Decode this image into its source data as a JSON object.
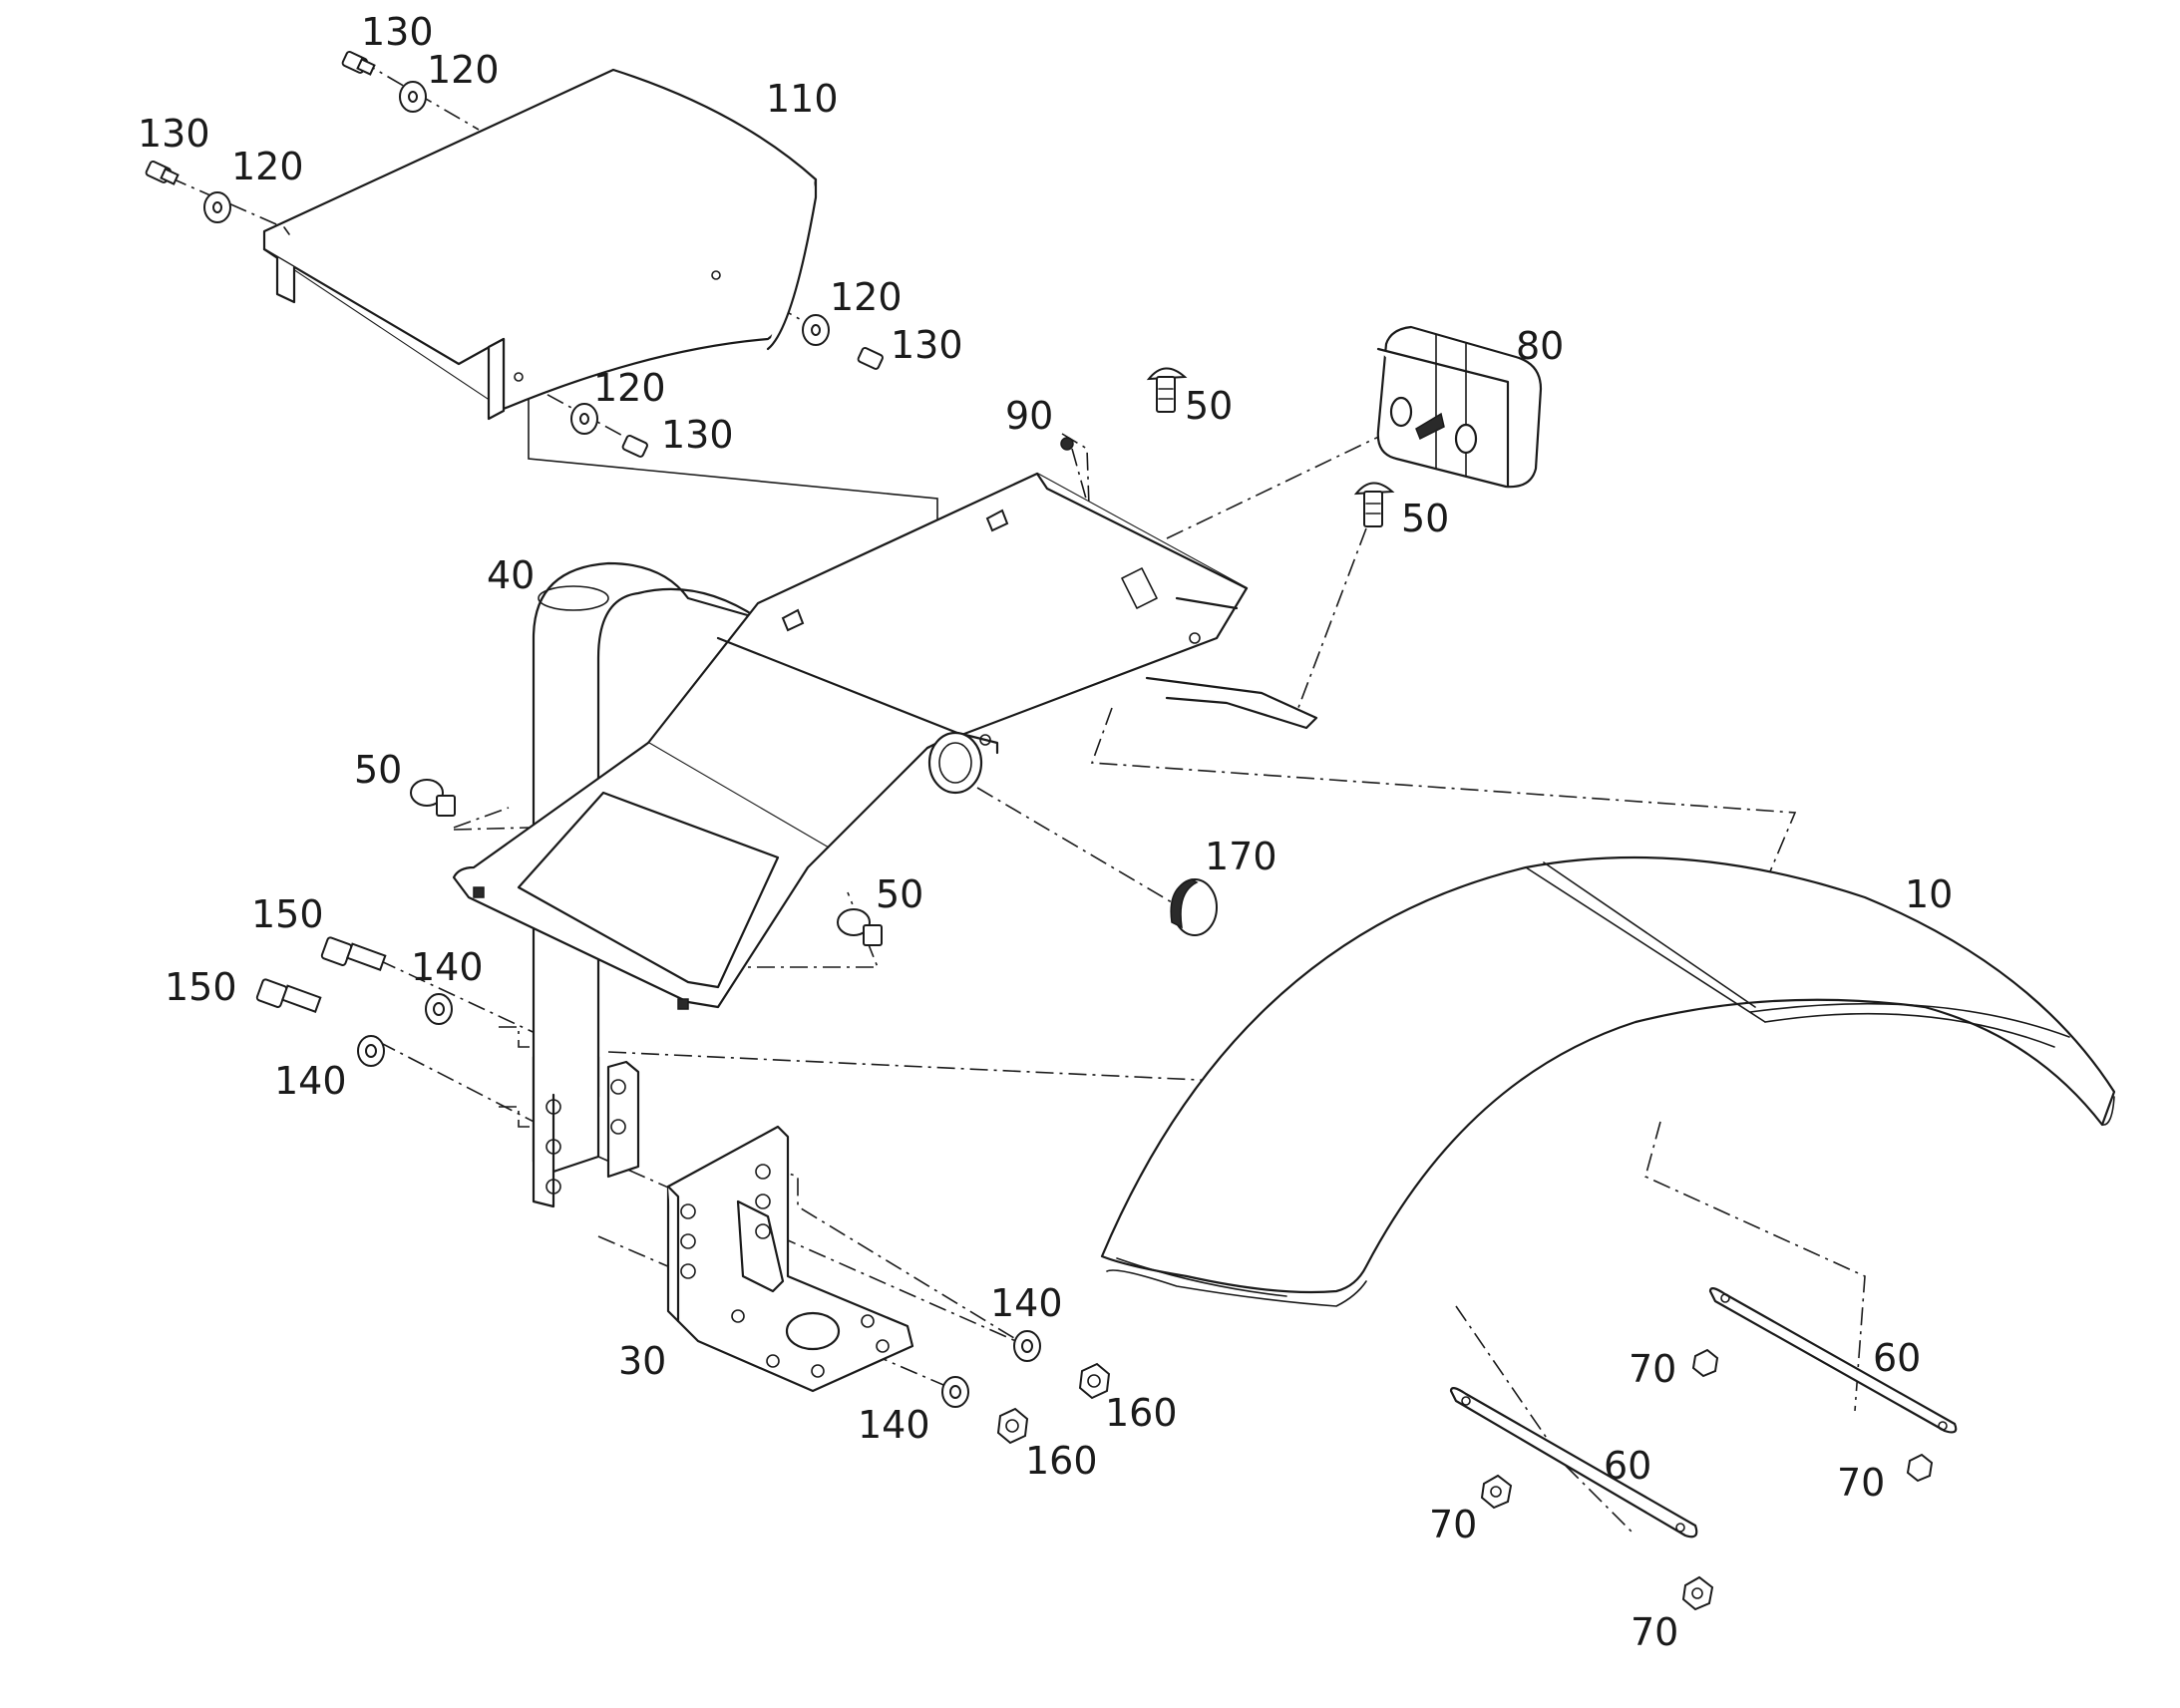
{
  "callouts": {
    "c130a": "130",
    "c120a": "120",
    "c110": "110",
    "c130b": "130",
    "c120b": "120",
    "c120c": "120",
    "c130c": "130",
    "c120d": "120",
    "c130d": "130",
    "c80": "80",
    "c90": "90",
    "c50a": "50",
    "c50b": "50",
    "c40": "40",
    "c50c": "50",
    "c50d": "50",
    "c170": "170",
    "c10": "10",
    "c150a": "150",
    "c140a": "140",
    "c150b": "150",
    "c140b": "140",
    "c140c": "140",
    "c160a": "160",
    "c140d": "140",
    "c160b": "160",
    "c30": "30",
    "c60a": "60",
    "c70a": "70",
    "c60b": "60",
    "c70b": "70",
    "c70c": "70",
    "c70d": "70"
  }
}
